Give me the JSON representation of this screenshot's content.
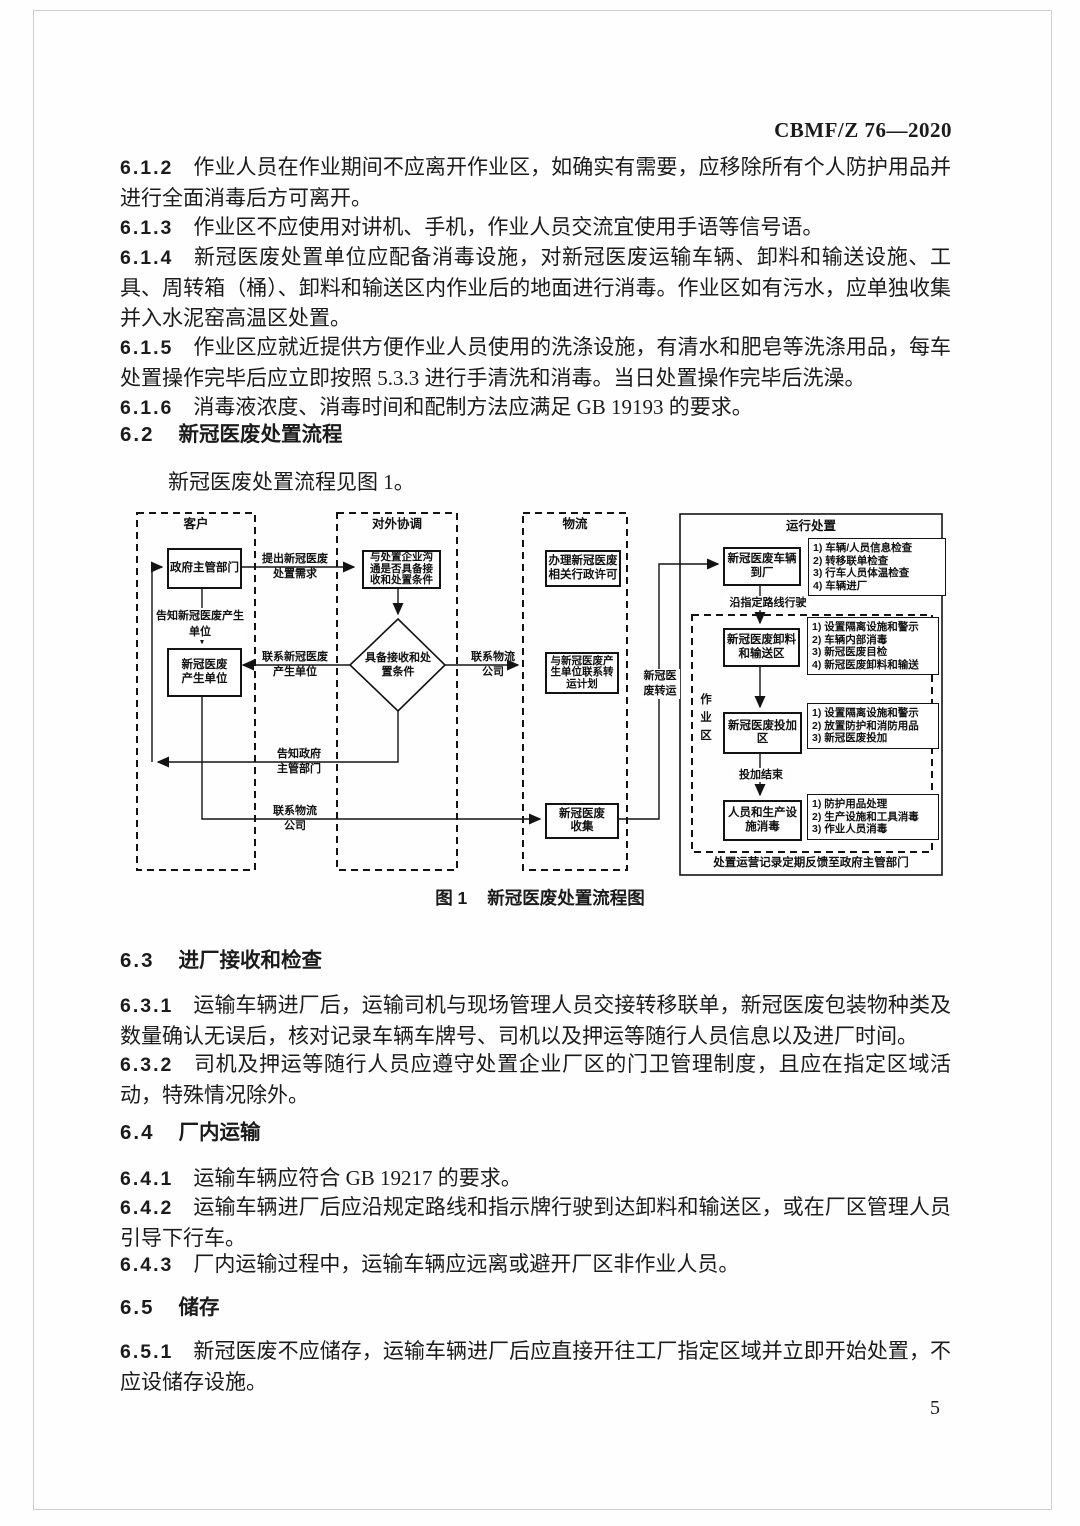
{
  "header": {
    "code": "CBMF/Z 76—2020"
  },
  "page_number": "5",
  "body": {
    "p612": {
      "num": "6.1.2",
      "text": "作业人员在作业期间不应离开作业区，如确实有需要，应移除所有个人防护用品并进行全面消毒后方可离开。"
    },
    "p613": {
      "num": "6.1.3",
      "text": "作业区不应使用对讲机、手机，作业人员交流宜使用手语等信号语。"
    },
    "p614": {
      "num": "6.1.4",
      "text": "新冠医废处置单位应配备消毒设施，对新冠医废运输车辆、卸料和输送设施、工具、周转箱（桶）、卸料和输送区内作业后的地面进行消毒。作业区如有污水，应单独收集并入水泥窑高温区处置。"
    },
    "p615": {
      "num": "6.1.5",
      "text": "作业区应就近提供方便作业人员使用的洗涤设施，有清水和肥皂等洗涤用品，每车处置操作完毕后应立即按照 5.3.3 进行手清洗和消毒。当日处置操作完毕后洗澡。"
    },
    "p616": {
      "num": "6.1.6",
      "text": "消毒液浓度、消毒时间和配制方法应满足 GB 19193 的要求。"
    },
    "h62": {
      "num": "6.2",
      "text": "新冠医废处置流程"
    },
    "intro62": "新冠医废处置流程见图 1。",
    "h63": {
      "num": "6.3",
      "text": "进厂接收和检查"
    },
    "p631": {
      "num": "6.3.1",
      "text": "运输车辆进厂后，运输司机与现场管理人员交接转移联单，新冠医废包装物种类及数量确认无误后，核对记录车辆车牌号、司机以及押运等随行人员信息以及进厂时间。"
    },
    "p632": {
      "num": "6.3.2",
      "text": "司机及押运等随行人员应遵守处置企业厂区的门卫管理制度，且应在指定区域活动，特殊情况除外。"
    },
    "h64": {
      "num": "6.4",
      "text": "厂内运输"
    },
    "p641": {
      "num": "6.4.1",
      "text": "运输车辆应符合 GB 19217 的要求。"
    },
    "p642": {
      "num": "6.4.2",
      "text": "运输车辆进厂后应沿规定路线和指示牌行驶到达卸料和输送区，或在厂区管理人员引导下行车。"
    },
    "p643": {
      "num": "6.4.3",
      "text": "厂内运输过程中，运输车辆应远离或避开厂区非作业人员。"
    },
    "h65": {
      "num": "6.5",
      "text": "储存"
    },
    "p651": {
      "num": "6.5.1",
      "text": "新冠医废不应储存，运输车辆进厂后应直接开往工厂指定区域并立即开始处置，不应设储存设施。"
    }
  },
  "figure": {
    "caption_label": "图 1",
    "caption_text": "新冠医废处置流程图",
    "lanes": {
      "customer": "客户",
      "coordination": "对外协调",
      "logistics": "物流",
      "operation": "运行处置"
    },
    "nodes": {
      "gov": "政府主管部门",
      "producer": "新冠医废\n产生单位",
      "communicate": "与处置企业沟\n通是否具备接\n收和处置条件",
      "decision": "具备接收和处\n置条件",
      "permit": "办理新冠医废\n相关行政许可",
      "plan": "与新冠医废产\n生单位联系转\n运计划",
      "collect": "新冠医废\n收集",
      "arrive": "新冠医废车辆\n到厂",
      "unload": "新冠医废卸料\n和输送区",
      "feed": "新冠医废投加\n区",
      "disinfect": "人员和生产设\n施消毒"
    },
    "labels": {
      "inform_producer": "告知新冠医废产生\n单位",
      "propose": "提出新冠医废\n处置需求",
      "contact_producer": "联系新冠医废\n产生单位",
      "inform_gov": "告知政府\n主管部门",
      "contact_logistics_a": "联系物流\n公司",
      "contact_logistics_b": "联系物流\n公司",
      "transfer": "新冠医\n废转运",
      "route": "沿指定路线行驶",
      "feed_end": "投加结束",
      "work_area": "作\n业\n区",
      "feedback": "处置运营记录定期反馈至政府主管部门"
    },
    "notes": {
      "arrive": [
        "1) 车辆/人员信息检查",
        "2) 转移联单检查",
        "3) 行车人员体温检查",
        "4) 车辆进厂"
      ],
      "unload": [
        "1) 设置隔离设施和警示",
        "2) 车辆内部消毒",
        "3) 新冠医废目检",
        "4) 新冠医废卸料和输送"
      ],
      "feed": [
        "1) 设置隔离设施和警示",
        "2) 放置防护和消防用品",
        "3) 新冠医废投加"
      ],
      "disinfect": [
        "1) 防护用品处理",
        "2) 生产设施和工具消毒",
        "3) 作业人员消毒"
      ]
    }
  }
}
